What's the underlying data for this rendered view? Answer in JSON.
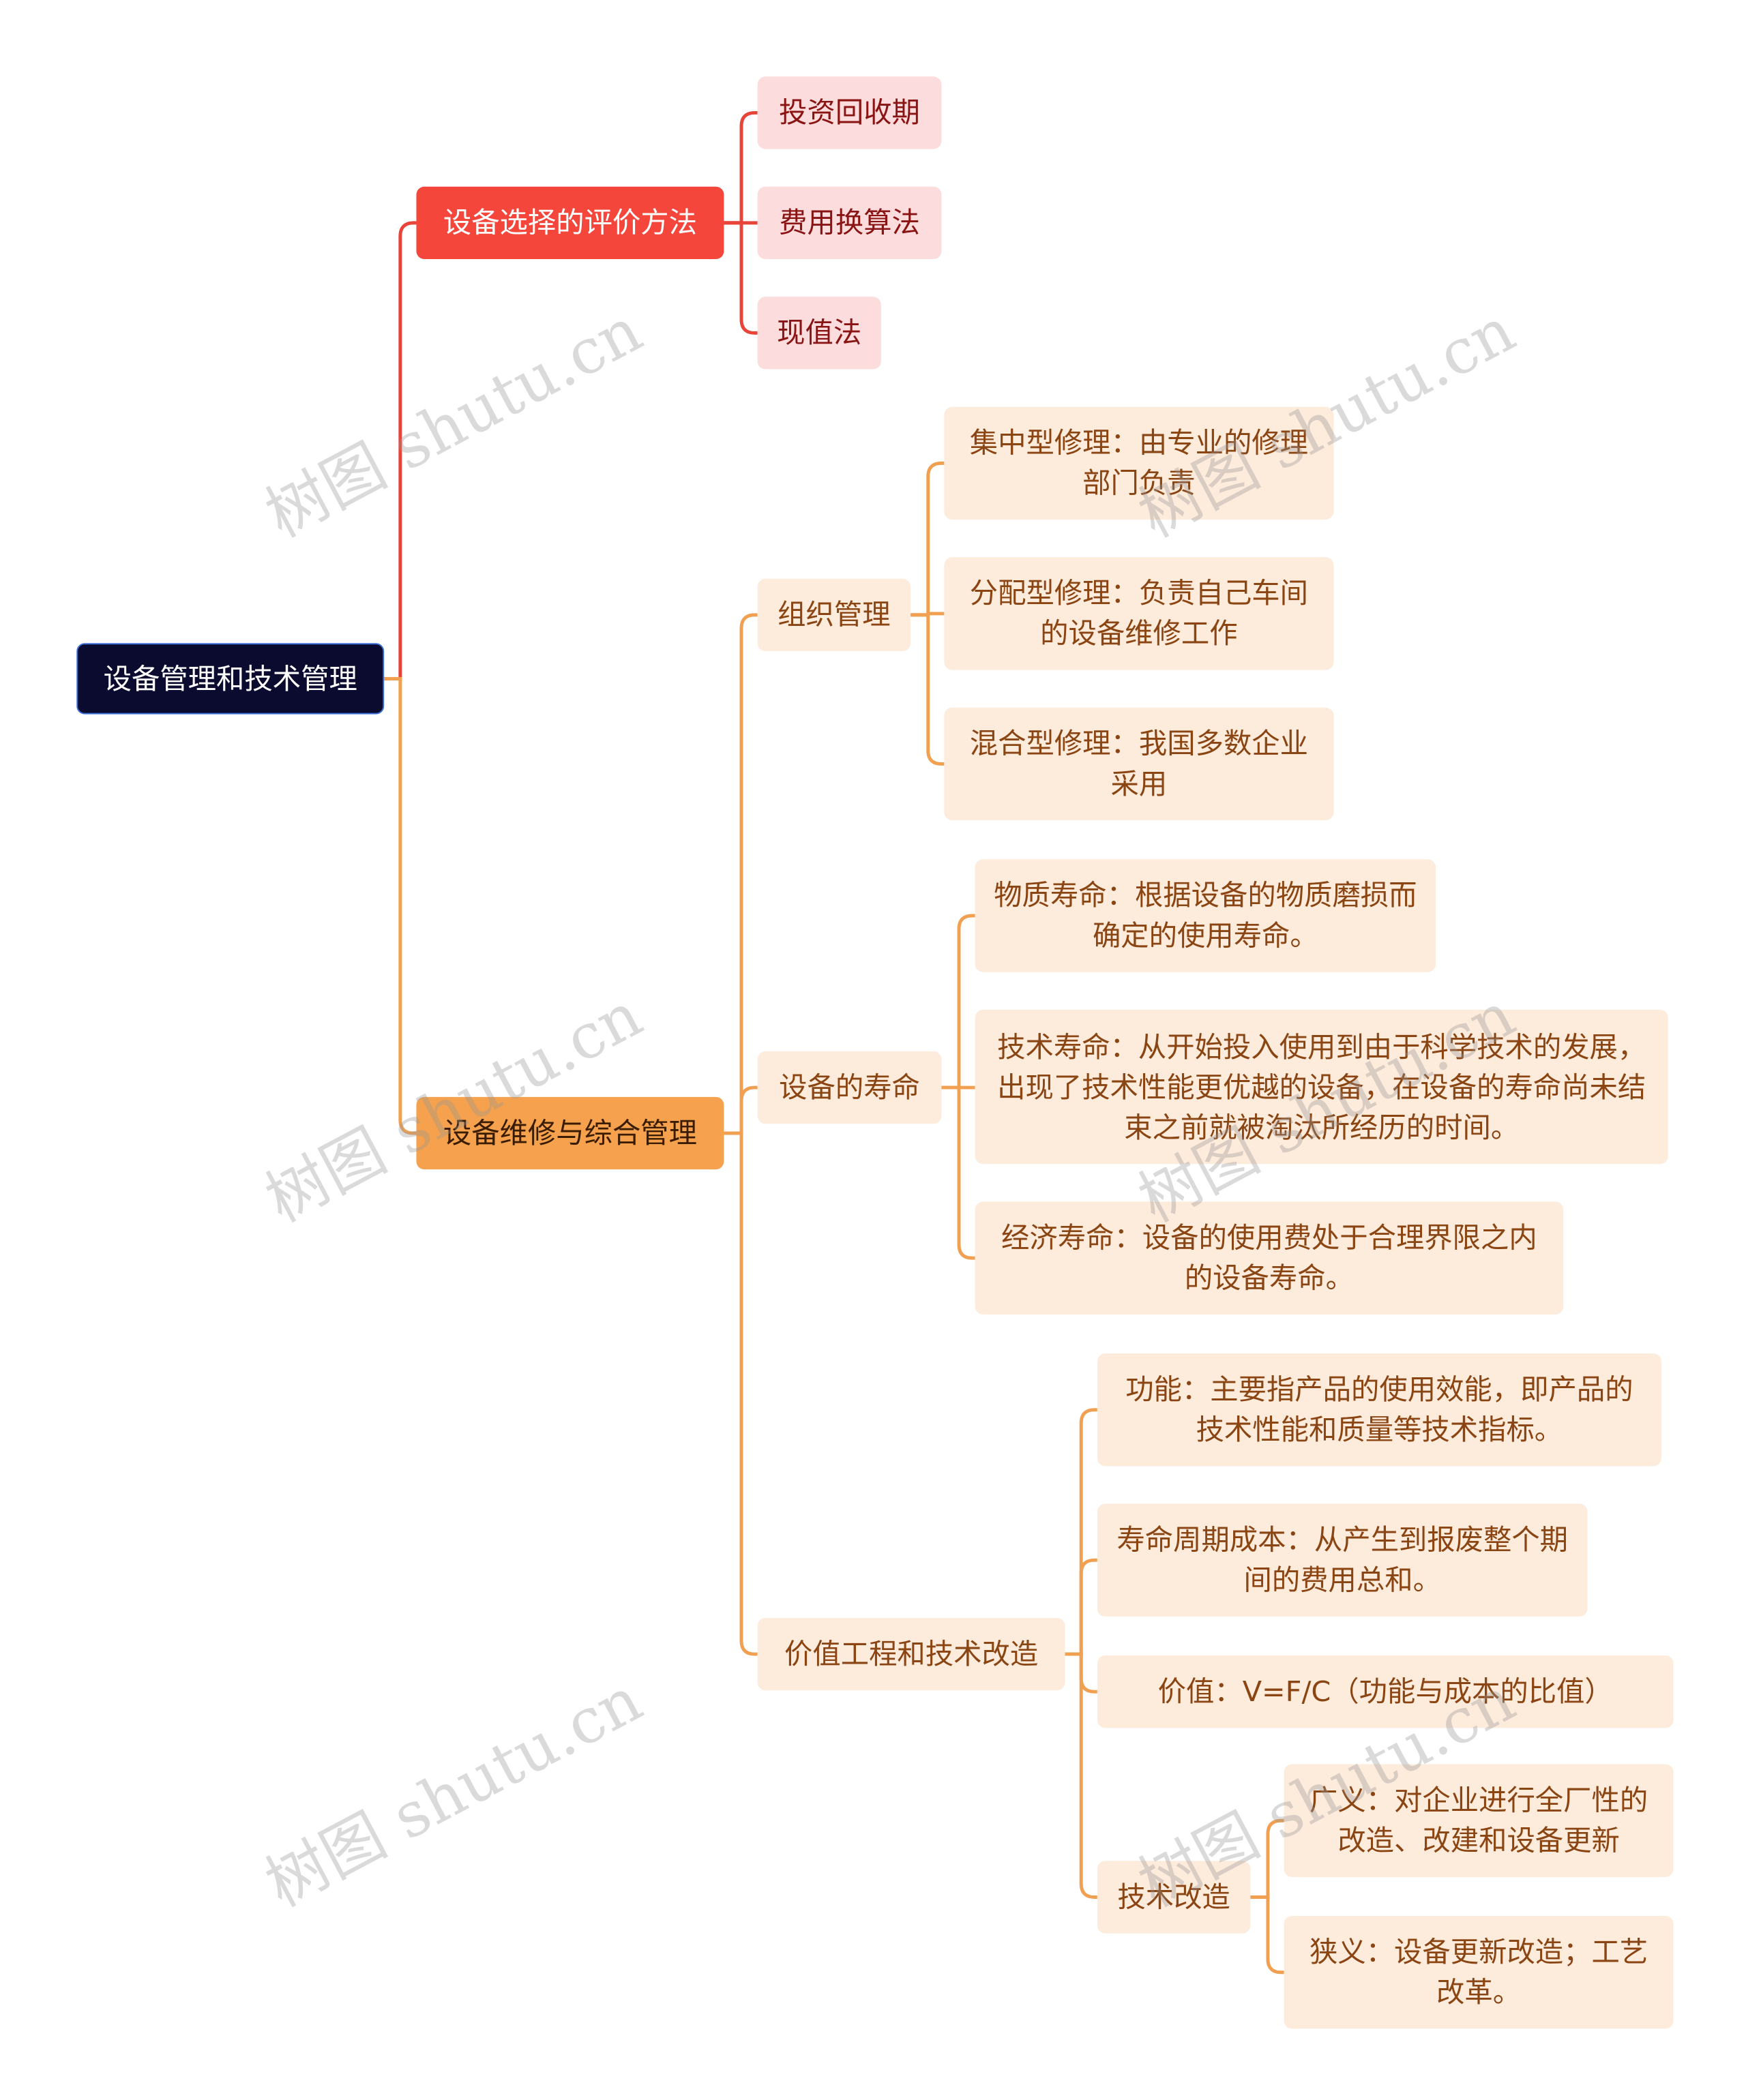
{
  "watermark": "树图 shutu.cn",
  "colors": {
    "red": "#e8443a",
    "orange": "#f0a050",
    "root": "#0b0b30"
  },
  "root": "设备管理和技术管理",
  "branch1": {
    "title": "设备选择的评价方法",
    "items": [
      "投资回收期",
      "费用换算法",
      "现值法"
    ]
  },
  "branch2": {
    "title": "设备维修与综合管理",
    "org": {
      "title": "组织管理",
      "items": [
        "集中型修理：由专业的修理部门负责",
        "分配型修理：负责自己车间的设备维修工作",
        "混合型修理：我国多数企业采用"
      ]
    },
    "life": {
      "title": "设备的寿命",
      "items": [
        "物质寿命：根据设备的物质磨损而确定的使用寿命。",
        "技术寿命：从开始投入使用到由于科学技术的发展，出现了技术性能更优越的设备，在设备的寿命尚未结束之前就被淘汰所经历的时间。",
        "经济寿命：设备的使用费处于合理界限之内的设备寿命。"
      ]
    },
    "value": {
      "title": "价值工程和技术改造",
      "items": [
        "功能：主要指产品的使用效能，即产品的技术性能和质量等技术指标。",
        "寿命周期成本：从产生到报废整个期间的费用总和。",
        "价值：V=F/C（功能与成本的比值）"
      ],
      "tech": {
        "title": "技术改造",
        "items": [
          "广义：对企业进行全厂性的改造、改建和设备更新",
          "狭义：设备更新改造；工艺改革。"
        ]
      }
    }
  }
}
